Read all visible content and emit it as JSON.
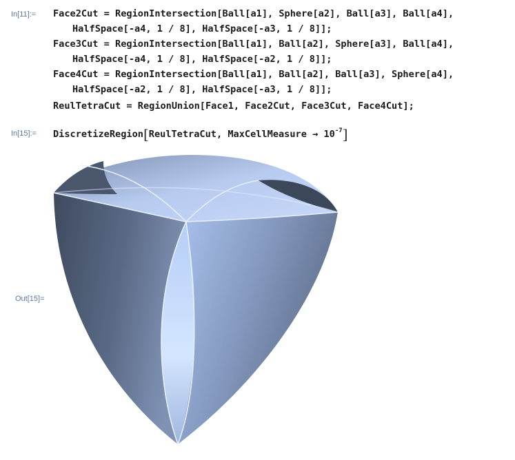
{
  "cell11": {
    "label": "In[11]:=",
    "lines": [
      "Face2Cut = RegionIntersection[Ball[a1], Sphere[a2], Ball[a3], Ball[a4],",
      "HalfSpace[-a4, 1 / 8], HalfSpace[-a3, 1 / 8]];",
      "Face3Cut = RegionIntersection[Ball[a1], Ball[a2], Sphere[a3], Ball[a4],",
      "HalfSpace[-a4, 1 / 8], HalfSpace[-a2, 1 / 8]];",
      "Face4Cut = RegionIntersection[Ball[a1], Ball[a2], Ball[a3], Sphere[a4],",
      "HalfSpace[-a2, 1 / 8], HalfSpace[-a3, 1 / 8]];",
      "ReulTetraCut = RegionUnion[Face1, Face2Cut, Face3Cut, Face4Cut];"
    ]
  },
  "cell15": {
    "label": "In[15]:=",
    "code_prefix": "DiscretizeRegion",
    "code_args": "ReulTetraCut, MaxCellMeasure → 10",
    "exponent": "-7",
    "open_bracket": "[",
    "close_bracket": "]"
  },
  "output": {
    "label": "Out[15]=",
    "graphic": "Reuleaux tetrahedron region"
  },
  "colors": {
    "label": "#5b78a3",
    "dark_face": "#4d5a70",
    "light_face": "#c2d8ff",
    "edge": "#e8f0ff"
  }
}
